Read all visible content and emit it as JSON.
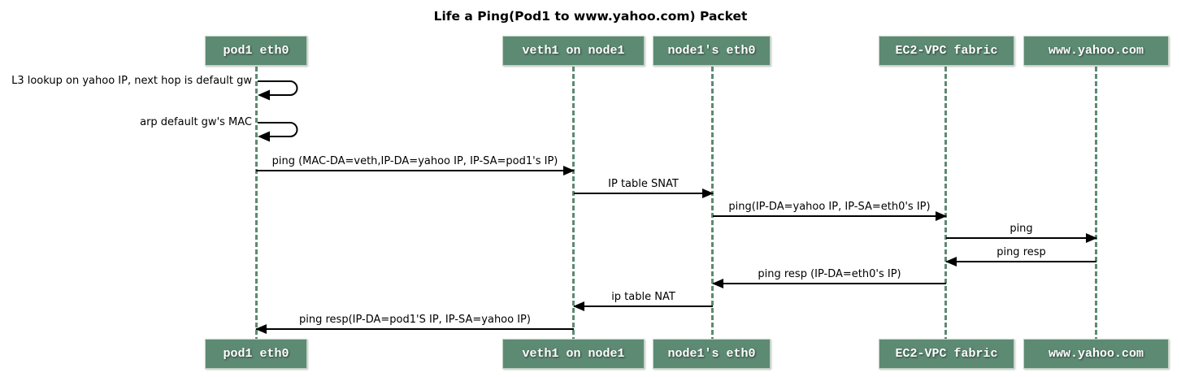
{
  "diagram": {
    "title": "Life a Ping(Pod1 to www.yahoo.com) Packet",
    "type": "sequence-diagram"
  },
  "colors": {
    "participant_fill": "#5d8a73",
    "participant_border": "#c2d2c2",
    "lifeline": "#5d8a73",
    "arrow": "#000000",
    "text": "#000000",
    "box_text": "#ffffff"
  },
  "participants": [
    {
      "label": "pod1 eth0"
    },
    {
      "label": "veth1 on node1"
    },
    {
      "label": "node1's eth0"
    },
    {
      "label": "EC2-VPC fabric"
    },
    {
      "label": "www.yahoo.com"
    }
  ],
  "messages": [
    {
      "from": "pod1 eth0",
      "to": "pod1 eth0",
      "type": "self",
      "label": "L3 lookup on yahoo IP, next hop is default gw"
    },
    {
      "from": "pod1 eth0",
      "to": "pod1 eth0",
      "type": "self",
      "label": "arp default gw's MAC"
    },
    {
      "from": "pod1 eth0",
      "to": "veth1 on node1",
      "type": "arrow-right",
      "label": "ping (MAC-DA=veth,IP-DA=yahoo IP, IP-SA=pod1's IP)"
    },
    {
      "from": "veth1 on node1",
      "to": "node1's eth0",
      "type": "arrow-right",
      "label": "IP table SNAT"
    },
    {
      "from": "node1's eth0",
      "to": "EC2-VPC fabric",
      "type": "arrow-right",
      "label": "ping(IP-DA=yahoo IP, IP-SA=eth0's IP)"
    },
    {
      "from": "EC2-VPC fabric",
      "to": "www.yahoo.com",
      "type": "arrow-right",
      "label": "ping"
    },
    {
      "from": "www.yahoo.com",
      "to": "EC2-VPC fabric",
      "type": "arrow-left",
      "label": "ping resp"
    },
    {
      "from": "EC2-VPC fabric",
      "to": "node1's eth0",
      "type": "arrow-left",
      "label": "ping resp (IP-DA=eth0's IP)"
    },
    {
      "from": "node1's eth0",
      "to": "veth1 on node1",
      "type": "arrow-left",
      "label": "ip table NAT"
    },
    {
      "from": "veth1 on node1",
      "to": "pod1 eth0",
      "type": "arrow-left",
      "label": "ping resp(IP-DA=pod1'S IP, IP-SA=yahoo IP)"
    }
  ]
}
